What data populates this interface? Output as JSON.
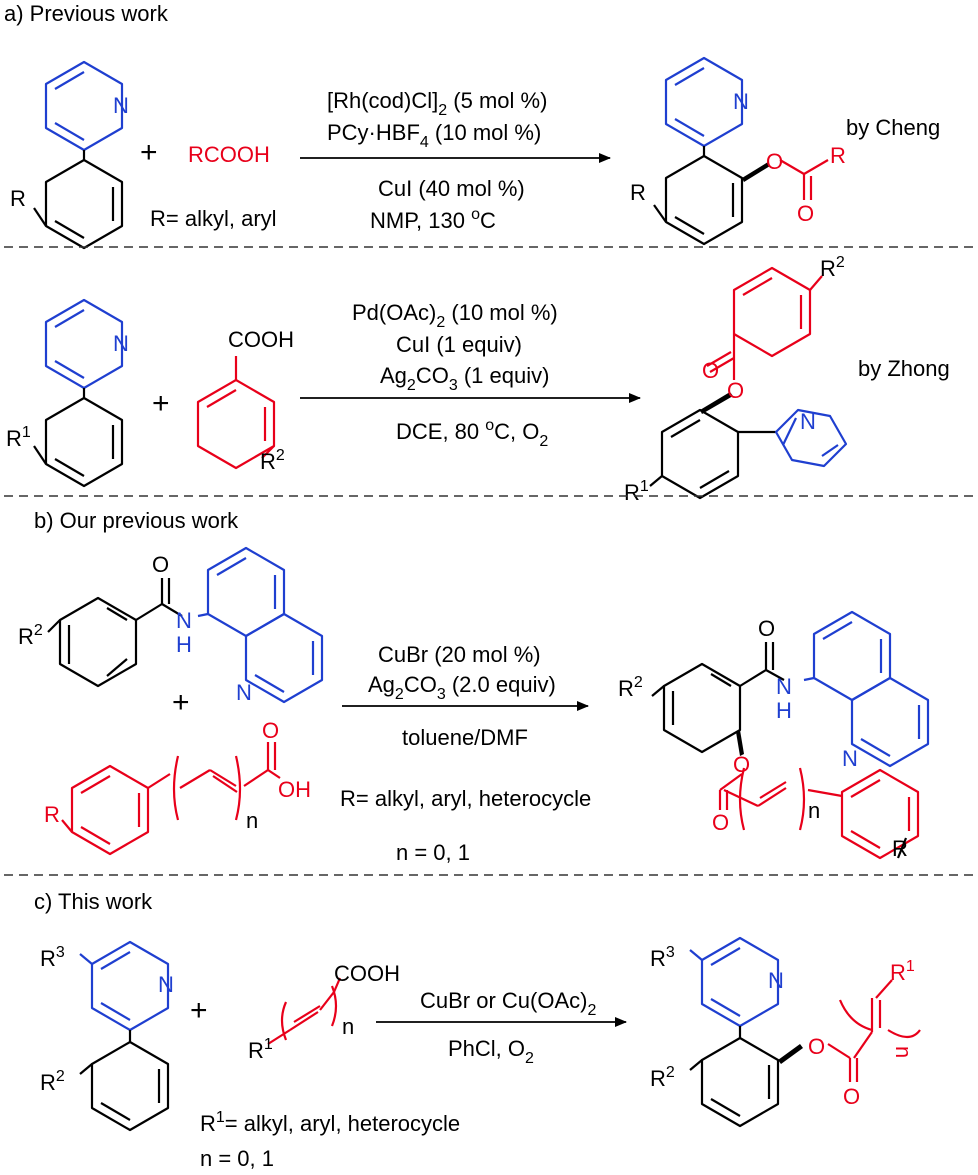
{
  "colors": {
    "ink": "#000000",
    "pyridine": "#1f3fd0",
    "acid": "#e8001a",
    "divider": "#333333"
  },
  "sections": {
    "a": {
      "heading": "a) Previous work",
      "cheng": {
        "reagent": "RCOOH",
        "r_def": "R= alkyl, aryl",
        "cond1": "[Rh(cod)Cl]",
        "cond1_sub": "2",
        "cond1_tail": " (5 mol %)",
        "cond2": "PCy·HBF",
        "cond2_sub": "4",
        "cond2_tail": " (10 mol %)",
        "cond3": "CuI (40 mol %)",
        "cond4": "NMP, 130 ",
        "cond4_sup": "o",
        "cond4_tail": "C",
        "credit": "by Cheng"
      },
      "zhong": {
        "cond1": "Pd(OAc)",
        "cond1_sub": "2",
        "cond1_tail": " (10 mol %)",
        "cond2": "CuI (1 equiv)",
        "cond3": "Ag",
        "cond3_sub": "2",
        "cond3_tail": "CO",
        "cond3_sub2": "3",
        "cond3_tail2": " (1 equiv)",
        "cond4": "DCE, 80 ",
        "cond4_sup": "o",
        "cond4_mid": "C, O",
        "cond4_sub": "2",
        "credit": "by Zhong"
      }
    },
    "b": {
      "heading": "b) Our previous work",
      "cond1": "CuBr (20 mol %)",
      "cond2": "Ag",
      "cond2_sub": "2",
      "cond2_tail": "CO",
      "cond2_sub2": "3",
      "cond2_tail2": " (2.0 equiv)",
      "cond3": "toluene/DMF",
      "r_def": "R= alkyl, aryl, heterocycle",
      "n_def": "n = 0, 1"
    },
    "c": {
      "heading": "c) This work",
      "cond1": "CuBr or Cu(OAc)",
      "cond1_sub": "2",
      "cond2": "PhCl, O",
      "cond2_sub": "2",
      "r_def": "= alkyl, aryl, heterocycle",
      "n_def": "n = 0, 1"
    }
  },
  "atoms": {
    "N": "N",
    "H": "H",
    "O": "O",
    "OH": "OH",
    "COOH": "COOH",
    "n": "n",
    "R": "R",
    "R1": "1",
    "R2": "2",
    "R3": "3",
    "plus": "+"
  }
}
